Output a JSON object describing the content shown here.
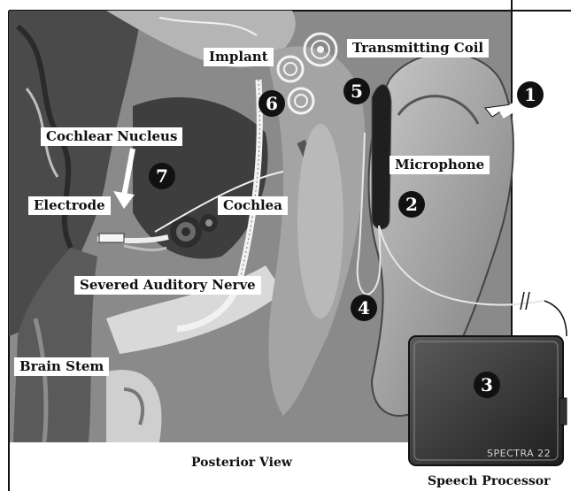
{
  "labels": {
    "implant": "Implant",
    "transmitting_coil": "Transmitting Coil",
    "cochlear_nucleus": "Cochlear Nucleus",
    "microphone": "Microphone",
    "electrode": "Electrode",
    "cochlea": "Cochlea",
    "severed_auditory_nerve": "Severed Auditory Nerve",
    "brain_stem": "Brain Stem"
  },
  "markers": [
    "1",
    "2",
    "3",
    "4",
    "5",
    "6",
    "7"
  ],
  "captions": {
    "posterior_view": "Posterior View",
    "speech_processor": "Speech Processor"
  },
  "device_brand": "SPECTRA 22"
}
